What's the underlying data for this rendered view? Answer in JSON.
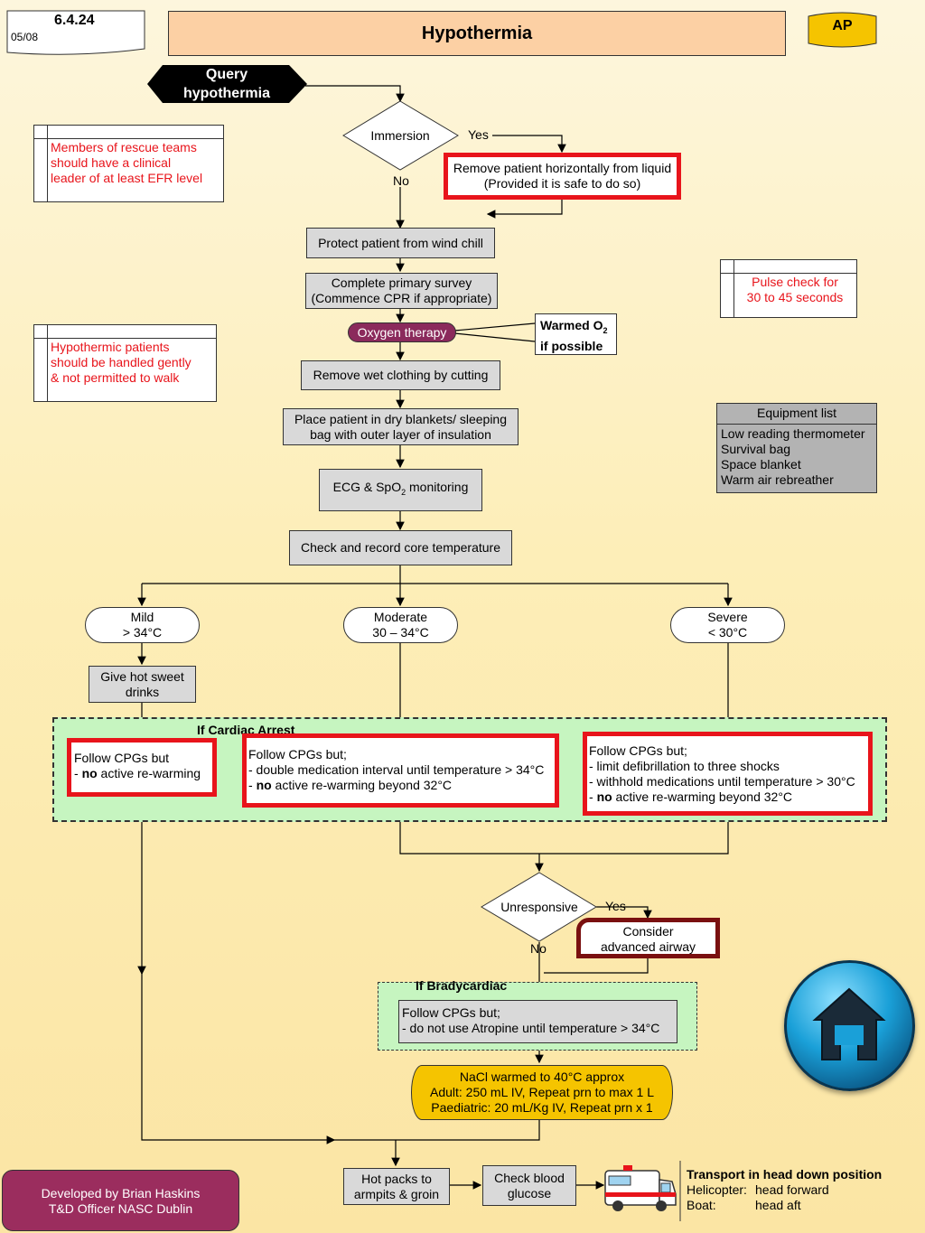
{
  "header": {
    "number": "6.4.24",
    "date": "05/08",
    "title": "Hypothermia",
    "badge": "AP"
  },
  "start": {
    "line1": "Query",
    "line2": "hypothermia"
  },
  "immersion": {
    "label": "Immersion",
    "yes": "Yes",
    "no": "No"
  },
  "remove_liquid": {
    "line1": "Remove patient horizontally from liquid",
    "line2": "(Provided it is safe to do so)"
  },
  "notes": {
    "rescue": {
      "line1": "Members of rescue teams",
      "line2": "should have a clinical",
      "line3": "leader of at least EFR level"
    },
    "handling": {
      "line1": "Hypothermic patients",
      "line2": "should be handled gently",
      "line3": "& not permitted to walk"
    },
    "pulse": {
      "line1": "Pulse check for",
      "line2": "30 to 45 seconds"
    }
  },
  "steps": {
    "wind_chill": "Protect patient from wind chill",
    "primary_survey_1": "Complete primary survey",
    "primary_survey_2": "(Commence CPR if appropriate)",
    "oxygen": "Oxygen therapy",
    "warmed_o2_1": "Warmed O",
    "warmed_o2_sub": "2",
    "warmed_o2_2": "if possible",
    "wet_clothing": "Remove wet clothing by cutting",
    "blankets_1": "Place patient in dry blankets/ sleeping",
    "blankets_2": "bag with outer layer of insulation",
    "ecg_1": "ECG & SpO",
    "ecg_sub": "2",
    "ecg_2": " monitoring",
    "core_temp": "Check and record core temperature",
    "hot_drinks_1": "Give hot sweet",
    "hot_drinks_2": "drinks"
  },
  "equipment": {
    "title": "Equipment list",
    "items": [
      "Low reading thermometer",
      "Survival bag",
      "Space blanket",
      "Warm air rebreather"
    ]
  },
  "severity": {
    "mild_1": "Mild",
    "mild_2": "> 34°C",
    "moderate_1": "Moderate",
    "moderate_2": "30 – 34°C",
    "severe_1": "Severe",
    "severe_2": "< 30°C"
  },
  "cardiac_arrest": {
    "label": "If Cardiac Arrest",
    "mild": {
      "l1": "Follow CPGs but",
      "l2a": "- ",
      "l2b": "no",
      "l2c": " active re-warming"
    },
    "moderate": {
      "l1": "Follow CPGs but;",
      "l2": "- double medication interval until temperature > 34°C",
      "l3a": "- ",
      "l3b": "no",
      "l3c": " active re-warming beyond 32°C"
    },
    "severe": {
      "l1": "Follow CPGs but;",
      "l2": "- limit defibrillation to three shocks",
      "l3": "- withhold medications until temperature > 30°C",
      "l4a": "- ",
      "l4b": "no",
      "l4c": " active re-warming beyond 32°C"
    }
  },
  "unresponsive": {
    "label": "Unresponsive",
    "yes": "Yes",
    "no": "No"
  },
  "airway": {
    "line1": "Consider",
    "line2": "advanced airway"
  },
  "bradycardiac": {
    "label": "If Bradycardiac",
    "line1": "Follow CPGs but;",
    "line2": "- do not use Atropine until temperature > 34°C"
  },
  "nacl": {
    "line1": "NaCl warmed to 40°C approx",
    "line2": "Adult: 250 mL IV, Repeat prn to max 1 L",
    "line3": "Paediatric: 20 mL/Kg IV, Repeat prn x 1"
  },
  "final": {
    "hot_packs_1": "Hot packs to",
    "hot_packs_2": "armpits & groin",
    "glucose_1": "Check blood",
    "glucose_2": "glucose"
  },
  "transport": {
    "title": "Transport in head down position",
    "heli_label": "Helicopter:",
    "heli_value": "head forward",
    "boat_label": "Boat:",
    "boat_value": "head aft"
  },
  "footer": {
    "line1": "Developed by Brian Haskins",
    "line2": "T&D Officer NASC Dublin"
  },
  "colors": {
    "red": "#e8141b",
    "grey_box": "#d9d9d9",
    "green_zone": "#c6f5c0",
    "oxygen": "#8b2a5c",
    "nacl": "#f5c400",
    "footer": "#9b2d5e",
    "home": "#1aa0d8"
  }
}
